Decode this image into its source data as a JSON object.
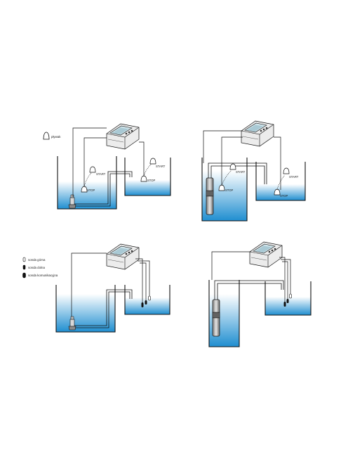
{
  "colors": {
    "water_top": "#ffffff",
    "water_bottom": "#1f8ed0",
    "outline": "#111111",
    "controller_body": "#ececec",
    "screen": "#cfe3ea"
  },
  "legend_top_left": {
    "float_label": "pływak",
    "icon": "float-switch-icon"
  },
  "legend_bottom_left": {
    "items": [
      {
        "icon": "probe-upper-icon",
        "label": "sonda górna"
      },
      {
        "icon": "probe-lower-icon",
        "label": "sonda dolna"
      },
      {
        "icon": "probe-common-icon",
        "label": "sonda komunikacyjna"
      }
    ]
  },
  "panels": {
    "top_left": {
      "start_well": "START",
      "stop_well": "STOP",
      "start_tank": "START",
      "stop_tank": "STOP"
    },
    "top_right": {
      "start_well": "START",
      "stop_well": "STOP",
      "start_tank": "START",
      "stop_tank": "STOP"
    }
  }
}
